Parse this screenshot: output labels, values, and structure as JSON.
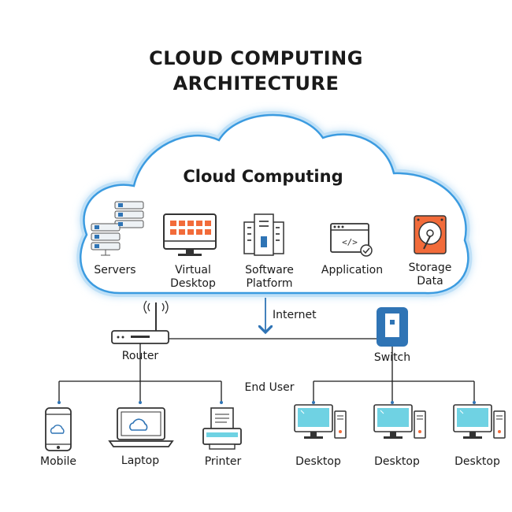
{
  "title_line1": "CLOUD COMPUTING",
  "title_line2": "ARCHITECTURE",
  "cloud_label": "Cloud Computing",
  "services": [
    {
      "line1": "Servers",
      "line2": "",
      "icon": "server-rack-icon"
    },
    {
      "line1": "Virtual",
      "line2": "Desktop",
      "icon": "monitor-icon"
    },
    {
      "line1": "Software",
      "line2": "Platform",
      "icon": "server-towers-icon"
    },
    {
      "line1": "Application",
      "line2": "",
      "icon": "browser-code-icon"
    },
    {
      "line1": "Storage",
      "line2": "Data",
      "icon": "hard-drive-icon"
    }
  ],
  "internet_label": "Internet",
  "router_label": "Router",
  "switch_label": "Switch",
  "end_user_label": "End User",
  "devices_left": [
    "Mobile",
    "Laptop",
    "Printer"
  ],
  "devices_right": [
    "Desktop",
    "Desktop",
    "Desktop"
  ],
  "colors": {
    "cloud_border": "#3b9be0",
    "cloud_glow": "#bfe0f7",
    "accent_blue": "#2f74b5",
    "orange": "#f26b3a",
    "screen_teal": "#6fd2e3",
    "line": "#1a1a1a"
  }
}
